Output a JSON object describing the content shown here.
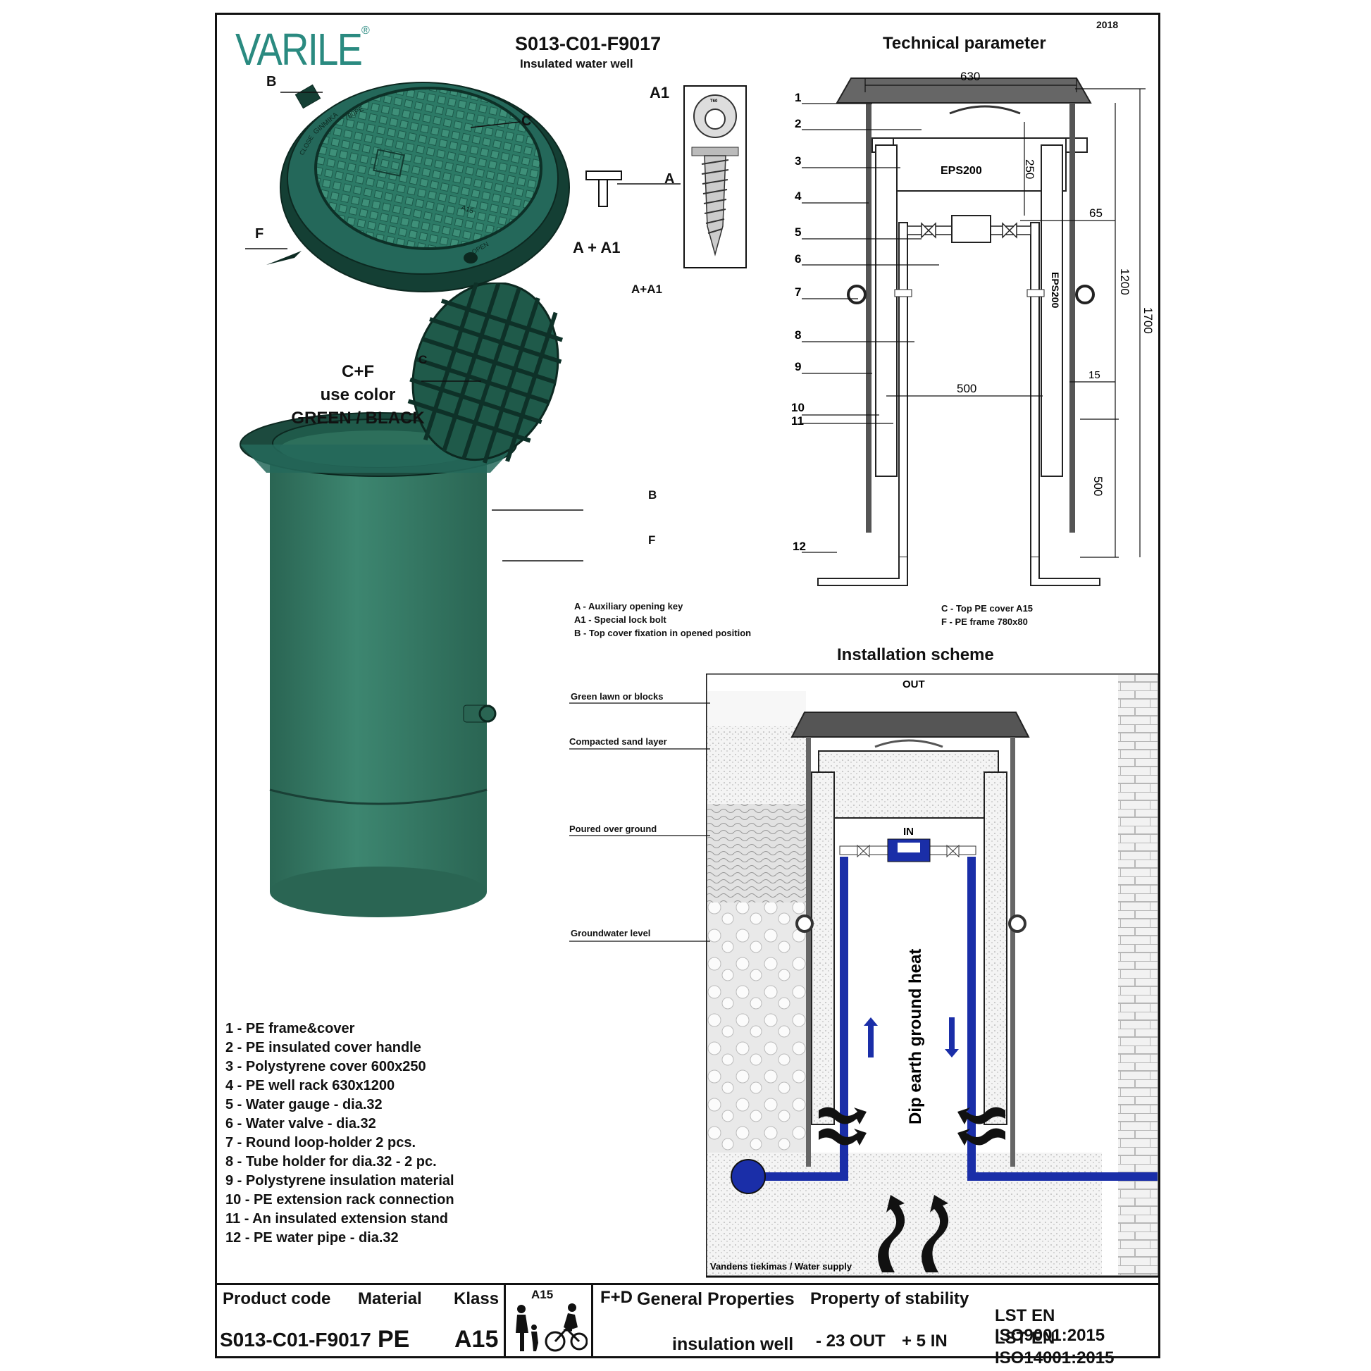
{
  "header": {
    "brand": "VARILE",
    "year": "2018",
    "code": "S013-C01-F9017",
    "subtitle": "Insulated water well",
    "tech_title": "Technical parameter",
    "install_title": "Installation scheme"
  },
  "callouts": {
    "B": "B",
    "C": "C",
    "F": "F",
    "A": "A",
    "A1": "A1",
    "A_A1": "A + A1",
    "A_A1_2": "A+A1",
    "C2": "C",
    "B2": "B",
    "F2": "F",
    "T60": "T60"
  },
  "cover_emboss": [
    "GINMIKA",
    "780PE",
    "A15",
    "OPEN",
    "CLOSE"
  ],
  "color_note": [
    "C+F",
    "use color",
    "GREEN / BLACK"
  ],
  "parts_notes_left": [
    "A - Auxiliary opening key",
    "A1 - Special lock bolt",
    "B - Top cover fixation in opened position"
  ],
  "parts_notes_right": [
    "C - Top PE cover A15",
    "F - PE frame 780x80"
  ],
  "tech_drawing": {
    "numbers": [
      "1",
      "2",
      "3",
      "4",
      "5",
      "6",
      "7",
      "8",
      "9",
      "10",
      "11",
      "12"
    ],
    "dims": {
      "width": "630",
      "lid_h": "250",
      "wall": "65",
      "rack_h": "1200",
      "total_h": "1700",
      "gap": "15",
      "inner": "500",
      "ext": "500"
    },
    "material": "EPS200",
    "material_side": "EPS200"
  },
  "install": {
    "out": "OUT",
    "in": "IN",
    "layers": [
      "Green lawn or blocks",
      "Compacted sand layer",
      "Poured over ground",
      "Groundwater level"
    ],
    "heat": "Dip earth ground heat",
    "supply": "Vandens tiekimas / Water supply"
  },
  "legend": [
    "1 - PE frame&cover",
    "2 - PE insulated cover handle",
    "3 - Polystyrene cover 600x250",
    "4 - PE well rack 630x1200",
    "5 - Water gauge -  dia.32",
    "6 - Water valve -  dia.32",
    "7 - Round loop-holder 2 pcs.",
    "8 - Tube holder for dia.32 - 2 pc.",
    "9 - Polystyrene insulation material",
    "10 - PE extension rack connection",
    "11 - An insulated extension stand",
    "12 - PE water pipe - dia.32"
  ],
  "title_block": {
    "product_code_label": "Product code",
    "material_label": "Material",
    "klass_label": "Klass",
    "product_code": "S013-C01-F9017",
    "material": "PE",
    "klass": "A15",
    "icon_class": "A15",
    "fd": "F+D",
    "general_label": "General Properties",
    "stability_label": "Property of stability",
    "general_value": "insulation well",
    "stability_out": "- 23  OUT",
    "stability_in": "+ 5 IN",
    "iso1": "LST EN ISO9001:2015",
    "iso2": "LST EN ISO14001:2015"
  },
  "colors": {
    "well_green": "#2e6e5a",
    "cover_green": "#1f5a4a",
    "pipe_blue": "#1a2ea8",
    "brand_teal": "#2a8a80"
  }
}
